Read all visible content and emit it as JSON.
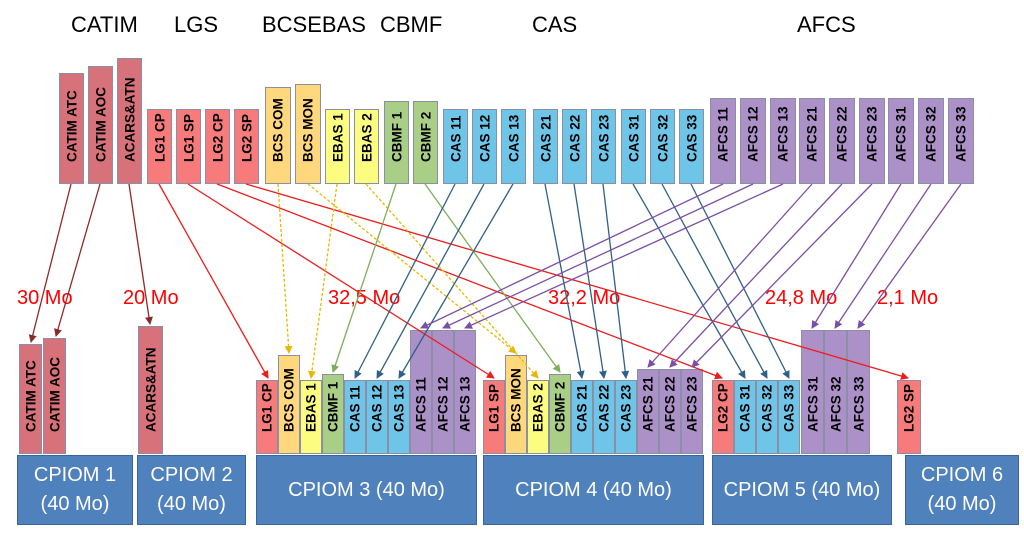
{
  "colors": {
    "catim": "#d8727a",
    "lgs": "#f77b7b",
    "bcs": "#ffd77c",
    "ebas": "#fcfc80",
    "cbmf": "#a9cf86",
    "cas": "#6fc5e8",
    "afcs": "#ac91c9",
    "cpiom": "#4f81bd",
    "bandwidth_text": "#ff0000"
  },
  "groups": [
    {
      "label": "CATIM"
    },
    {
      "label": "LGS"
    },
    {
      "label": "BCSEBAS"
    },
    {
      "label": "CBMF"
    },
    {
      "label": "CAS"
    },
    {
      "label": "AFCS"
    }
  ],
  "top_functions": [
    "CATIM ATC",
    "CATIM AOC",
    "ACARS&ATN",
    "LG1 CP",
    "LG1 SP",
    "LG2 CP",
    "LG2 SP",
    "BCS COM",
    "BCS MON",
    "EBAS 1",
    "EBAS 2",
    "CBMF 1",
    "CBMF 2",
    "CAS 11",
    "CAS 12",
    "CAS 13",
    "CAS 21",
    "CAS 22",
    "CAS 23",
    "CAS 31",
    "CAS 32",
    "CAS 33",
    "AFCS 11",
    "AFCS 12",
    "AFCS 13",
    "AFCS 21",
    "AFCS 22",
    "AFCS 23",
    "AFCS 31",
    "AFCS 32",
    "AFCS 33"
  ],
  "bandwidths": [
    "30 Mo",
    "20 Mo",
    "32,5 Mo",
    "32,2 Mo",
    "24,8 Mo",
    "2,1 Mo"
  ],
  "cpioms": [
    {
      "label": "CPIOM 1 (40 Mo)",
      "functions": [
        "CATIM ATC",
        "CATIM AOC"
      ]
    },
    {
      "label": "CPIOM 2 (40 Mo)",
      "functions": [
        "ACARS&ATN"
      ]
    },
    {
      "label": "CPIOM 3 (40 Mo)",
      "functions": [
        "LG1 CP",
        "BCS COM",
        "EBAS 1",
        "CBMF 1",
        "CAS 11",
        "CAS 12",
        "CAS 13",
        "AFCS 11",
        "AFCS 12",
        "AFCS 13"
      ]
    },
    {
      "label": "CPIOM 4 (40 Mo)",
      "functions": [
        "LG1 SP",
        "BCS MON",
        "EBAS 2",
        "CBMF 2",
        "CAS 21",
        "CAS 22",
        "CAS 23",
        "AFCS 21",
        "AFCS 22",
        "AFCS 23"
      ]
    },
    {
      "label": "CPIOM 5 (40 Mo)",
      "functions": [
        "LG2 CP",
        "CAS 31",
        "CAS 32",
        "CAS 33",
        "AFCS 31",
        "AFCS 32",
        "AFCS 33"
      ]
    },
    {
      "label": "CPIOM 6 (40 Mo)",
      "functions": [
        "LG2 SP"
      ]
    }
  ]
}
